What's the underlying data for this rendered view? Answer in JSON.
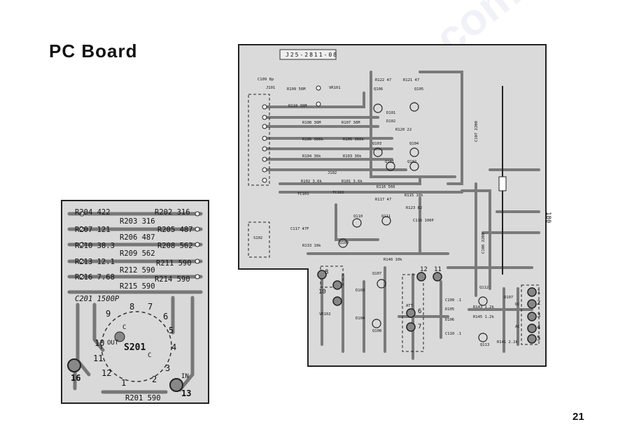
{
  "page": {
    "title": "PC Board",
    "page_number": "21",
    "watermark": "manualslib.com"
  },
  "small_board": {
    "resistors": [
      "R204 422",
      "R202 316",
      "R203 316",
      "R207 121",
      "R205 487",
      "R206 487",
      "R210 38.3",
      "R208 562",
      "R209 562",
      "R213 12.1",
      "R211 590",
      "R212 590",
      "R216 7.68",
      "R214 590",
      "R215 590",
      "R201 590"
    ],
    "capacitor": "C201 1500P",
    "switch": "S201",
    "switch_terminals": [
      "1",
      "2",
      "3",
      "4",
      "5",
      "6",
      "7",
      "8",
      "9",
      "10",
      "11",
      "12"
    ],
    "pads": [
      "16",
      "13"
    ],
    "markings": [
      "OUT",
      "IN",
      "C",
      "C"
    ]
  },
  "main_board": {
    "part_number": "J25-2811-08",
    "labels": [
      "C109 8p",
      "R109 56M",
      "VR101",
      "R110 36M",
      "R108 36M",
      "R107 36M",
      "R106 360k",
      "R105 360k",
      "R104 36k",
      "R103 36k",
      "R102 3.6k",
      "R101 3.6k",
      "J102",
      "TC102",
      "TC101",
      "J101",
      "S102",
      "C117 47F",
      "R122 47",
      "R121 47",
      "Q106",
      "Q105",
      "D101",
      "D102",
      "R120 22",
      "Q103",
      "Q104",
      "Q101",
      "Q102",
      "R116 560",
      "R115 10k",
      "R117 47",
      "R123 82",
      "C116 100P",
      "C107 2200",
      "C108 2200",
      "Q110",
      "Q111",
      "Q109",
      "R133 10k",
      "R140 10k",
      "Q107",
      "D103",
      "Q108",
      "D104",
      "ATT",
      "VR102",
      "Q112",
      "D107",
      "D106",
      "D105",
      "C109 .1",
      "C110 .1",
      "R143 1.2k",
      "R145 1.2k",
      "R141 2.2k",
      "Q113",
      "AC",
      "DC",
      "180"
    ],
    "terminals": [
      "8",
      "10",
      "12",
      "11",
      "6",
      "7",
      "1",
      "2",
      "3",
      "4",
      "5"
    ]
  }
}
